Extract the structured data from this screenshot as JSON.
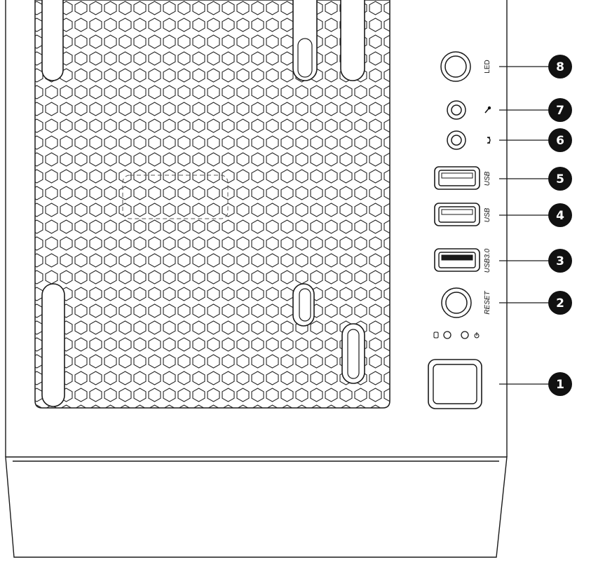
{
  "diagram": {
    "callouts": [
      {
        "number": "8",
        "label": "LED",
        "port": "led-button"
      },
      {
        "number": "7",
        "label": "",
        "port": "microphone-jack"
      },
      {
        "number": "6",
        "label": "",
        "port": "headphone-jack"
      },
      {
        "number": "5",
        "label": "USB",
        "port": "usb-port-a"
      },
      {
        "number": "4",
        "label": "USB",
        "port": "usb-port-b"
      },
      {
        "number": "3",
        "label": "USB3.0",
        "port": "usb3-port"
      },
      {
        "number": "2",
        "label": "RESET",
        "port": "reset-button"
      },
      {
        "number": "1",
        "label": "",
        "port": "power-button"
      }
    ],
    "icons": {
      "microphone": "microphone-icon",
      "headphone": "headphone-icon",
      "hdd_indicator": "hdd-led-icon",
      "power_indicator": "power-led-icon"
    },
    "colors": {
      "line": "#1a1a1a",
      "badge": "#111111",
      "background": "#ffffff"
    }
  }
}
